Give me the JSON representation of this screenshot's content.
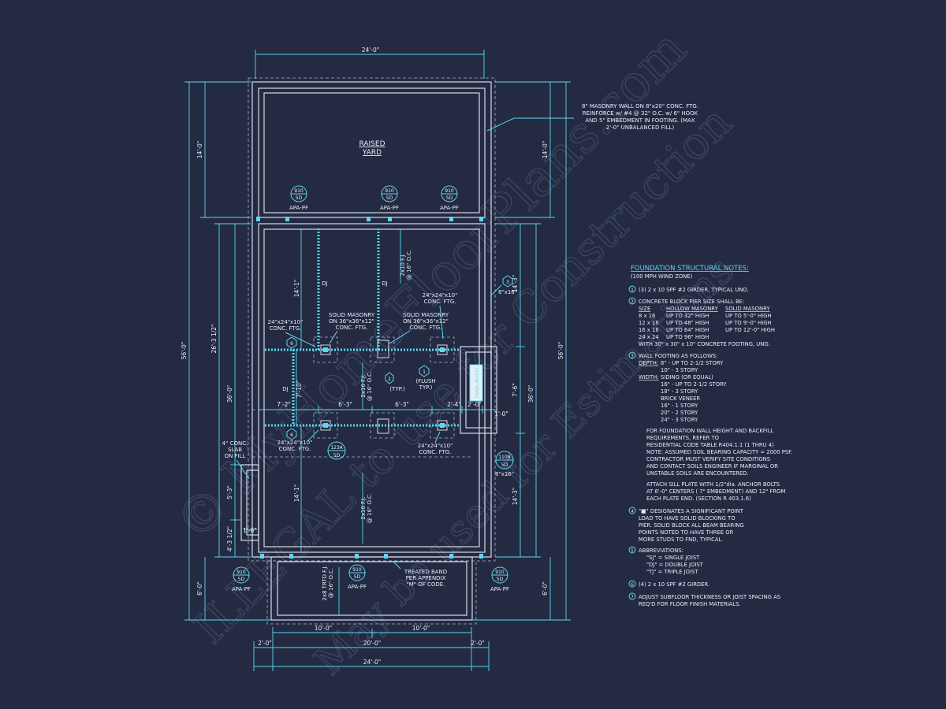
{
  "dims": {
    "top_width": "24'-0\"",
    "bottom_width": "24'-0\"",
    "bottom_mid": "20'-0\"",
    "bottom_left_side": "2'-0\"",
    "bottom_right_side": "2'-0\"",
    "bottom_half_left": "10'-0\"",
    "bottom_half_right": "10'-0\"",
    "left_overall": "56'-0\"",
    "right_overall": "56'-0\"",
    "left_top": "14'-0\"",
    "right_top": "14'-0\"",
    "left_inner": "26'-3 1/2\"",
    "left_middle": "36'-0\"",
    "right_middle": "36'-0\"",
    "right_upper": "14'-3\"",
    "right_lower": "14'-3\"",
    "right_bay": "7'-6\"",
    "left_bottom": "6'-0\"",
    "right_bottom": "6'-0\"",
    "left_53": "5'-3\"",
    "left_43": "4'-3 1/2\"",
    "h_72": "7'-2\"",
    "h_63a": "6'-3\"",
    "h_63b": "6'-3\"",
    "h_24": "2'-4\"",
    "h_20": "2'-0\"",
    "h_10": "1'-0\"",
    "h_16": "1'-6\"",
    "v_141a": "14'-1\"",
    "v_141b": "14'-1\"",
    "v_710": "7'-10\""
  },
  "labels": {
    "raised_yard_1": "RAISED",
    "raised_yard_2": "YARD",
    "apa": "APA-PF",
    "tag_910": "910",
    "tag_5d": "5D",
    "tag_123a": "123A",
    "tag_110b": "110B",
    "dj": "DJ",
    "fj_1": "2x10 F.J.",
    "fj_2": "@ 16\" O.C.",
    "solid_1": "SOLID MASONRY",
    "solid_2": "ON 36\"x36\"x12\"",
    "solid_3": "CONC. FTG.",
    "ftg24_1": "24\"x24\"x10\"",
    "ftg24_2": "CONC. FTG.",
    "typ": "(TYP.)",
    "flush_1": "(FLUSH",
    "flush_2": "TYP.)",
    "n2": "2",
    "n1": "1",
    "n3": "3",
    "n6": "6",
    "size_8x16": "8\"x16\"",
    "slab_1": "4\" CONC.",
    "slab_2": "SLAB",
    "slab_3": "ON FILL",
    "trtd_1": "2x8 TRTD F.J.",
    "trtd_2": "@ 16\" O.C.",
    "band_1": "TREATED BAND",
    "band_2": "PER APPENDIX",
    "band_3": "\"M\" OF CODE.",
    "wall_1": "8\" MASONRY WALL ON 8\"x20\" CONC. FTG.",
    "wall_2": "REINFORCE w/ #4 @ 32\" O.C. w/ 6\" HOOK",
    "wall_3": "AND 5\" EMBEDMENT IN FOOTING. (MAX",
    "wall_4": "2'-0\" UNBALANCED FILL)",
    "access": "CRAWL ACCESS"
  },
  "notes": {
    "title": "FOUNDATION STRUCTURAL NOTES:",
    "subtitle": "(100 MPH WIND ZONE)",
    "n1": "(3) 2 x 10 SPF #2 GIRDER, TYPICAL UNO.",
    "n2": "CONCRETE BLOCK PIER SIZE SHALL BE:",
    "col_size": "SIZE",
    "col_hollow": "HOLLOW MASONRY",
    "col_solid": "SOLID MASONRY",
    "rows": [
      [
        "8 x 16",
        "UP TO 32\" HIGH",
        "UP TO 5'-0\" HIGH"
      ],
      [
        "12 x 16",
        "UP TO 48\" HIGH",
        "UP TO 9'-0\" HIGH"
      ],
      [
        "16 x 16",
        "UP TO 64\" HIGH",
        "UP TO 12'-0\" HIGH"
      ],
      [
        "24 x 24",
        "UP TO 96\" HIGH",
        ""
      ]
    ],
    "n2_tail": "WITH 30\" x 30\" x 10\" CONCRETE FOOTING, UNO.",
    "n3": "WALL FOOTING AS FOLLOWS:",
    "depth_label": "DEPTH:",
    "depth_1": "8\" - UP TO 2-1/2 STORY",
    "depth_2": "10\" - 3 STORY",
    "width_label": "WIDTH:",
    "width_1": "SIDING (OR EQUAL)",
    "width_2": "16\" - UP TO 2-1/2 STORY",
    "width_3": "18\" - 3 STORY",
    "width_4": "BRICK VENEER",
    "width_5": "16\" - 1 STORY",
    "width_6": "20\" - 2 STORY",
    "width_7": "24\" - 3 STORY",
    "p1": [
      "FOR FOUNDATION WALL HEIGHT AND BACKFILL",
      "REQUIREMENTS, REFER TO",
      "RESIDENTIAL CODE TABLE R404.1.1 (1 THRU 4)",
      "NOTE: ASSUMED SOIL BEARING CAPACITY = 2000 PSF.",
      "CONTRACTOR MUST VERIFY SITE CONDITIONS",
      "AND CONTACT SOILS ENGINEER IF MARGINAL OR",
      "UNSTABLE SOILS ARE ENCOUNTERED."
    ],
    "p2": [
      "ATTACH SILL PLATE WITH 1/2\"dia. ANCHOR BOLTS",
      "AT 6'-0\" CENTERS ( 7\" EMBEDMENT) AND 12\" FROM",
      "EACH PLATE END. (SECTION R 403.1.6)"
    ],
    "n4": [
      "\"■\" DESIGNATES A SIGNIFICANT POINT",
      "LOAD TO HAVE SOLID BLOCKING TO",
      "PIER. SOLID BLOCK ALL BEAM BEARING",
      "POINTS NOTED TO HAVE THREE OR",
      "MORE STUDS TO FND, TYPICAL."
    ],
    "n5": "ABBREVIATIONS:",
    "abbr": [
      "\"SJ\" = SINGLE JOIST",
      "\"DJ\" = DOUBLE JOIST",
      "\"TJ\" = TRIPLE JOIST"
    ],
    "n6": "(4) 2 x 10 SPF #2 GIRDER.",
    "n7": [
      "ADJUST SUBFLOOR THICKNESS OR JOIST SPACING AS",
      "REQ'D FOR FLOOR FINISH MATERIALS."
    ]
  },
  "watermark": {
    "line1": "© MyHomeFloorPlans.com",
    "line2": "ILLEGAL to use for Construction",
    "line3": "May be used for Estimations"
  },
  "colors": {
    "accent": "#5ad8ee",
    "background": "#232a42",
    "line": "#d6dce8"
  }
}
